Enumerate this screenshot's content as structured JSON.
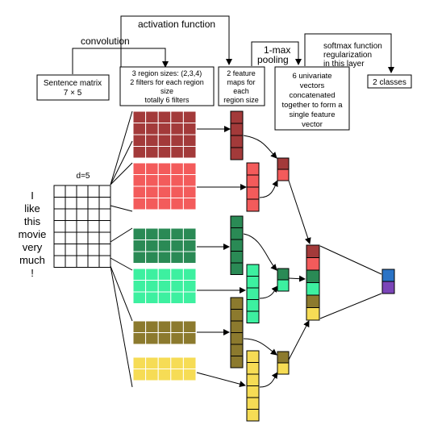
{
  "labels": {
    "activation": "activation function",
    "convolution": "convolution",
    "one_max": [
      "1-max",
      "pooling"
    ],
    "softmax": [
      "softmax function",
      "regularization",
      "in this layer"
    ],
    "d": "d=5"
  },
  "boxes": {
    "sentence": [
      "Sentence matrix",
      "7 × 5"
    ],
    "regions": [
      "3 region sizes: (2,3,4)",
      "2 filters for each region",
      "size",
      "totally 6 filters"
    ],
    "feature_maps": [
      "2 feature",
      "maps for",
      "each",
      "region size"
    ],
    "univariate": [
      "6 univariate",
      "vectors",
      "concatenated",
      "together to form a",
      "single feature",
      "vector"
    ],
    "classes": [
      "2 classes"
    ]
  },
  "sentence_words": [
    "I",
    "like",
    "this",
    "movie",
    "very",
    "much",
    "!"
  ],
  "colors": {
    "dark_red": "#a33a3a",
    "salmon": "#f35b5b",
    "dark_green": "#2a8a55",
    "mint": "#3df0a0",
    "olive": "#8c7a2e",
    "yellow": "#f6dc55",
    "blue": "#2a73c6",
    "purple": "#7b45b8"
  }
}
